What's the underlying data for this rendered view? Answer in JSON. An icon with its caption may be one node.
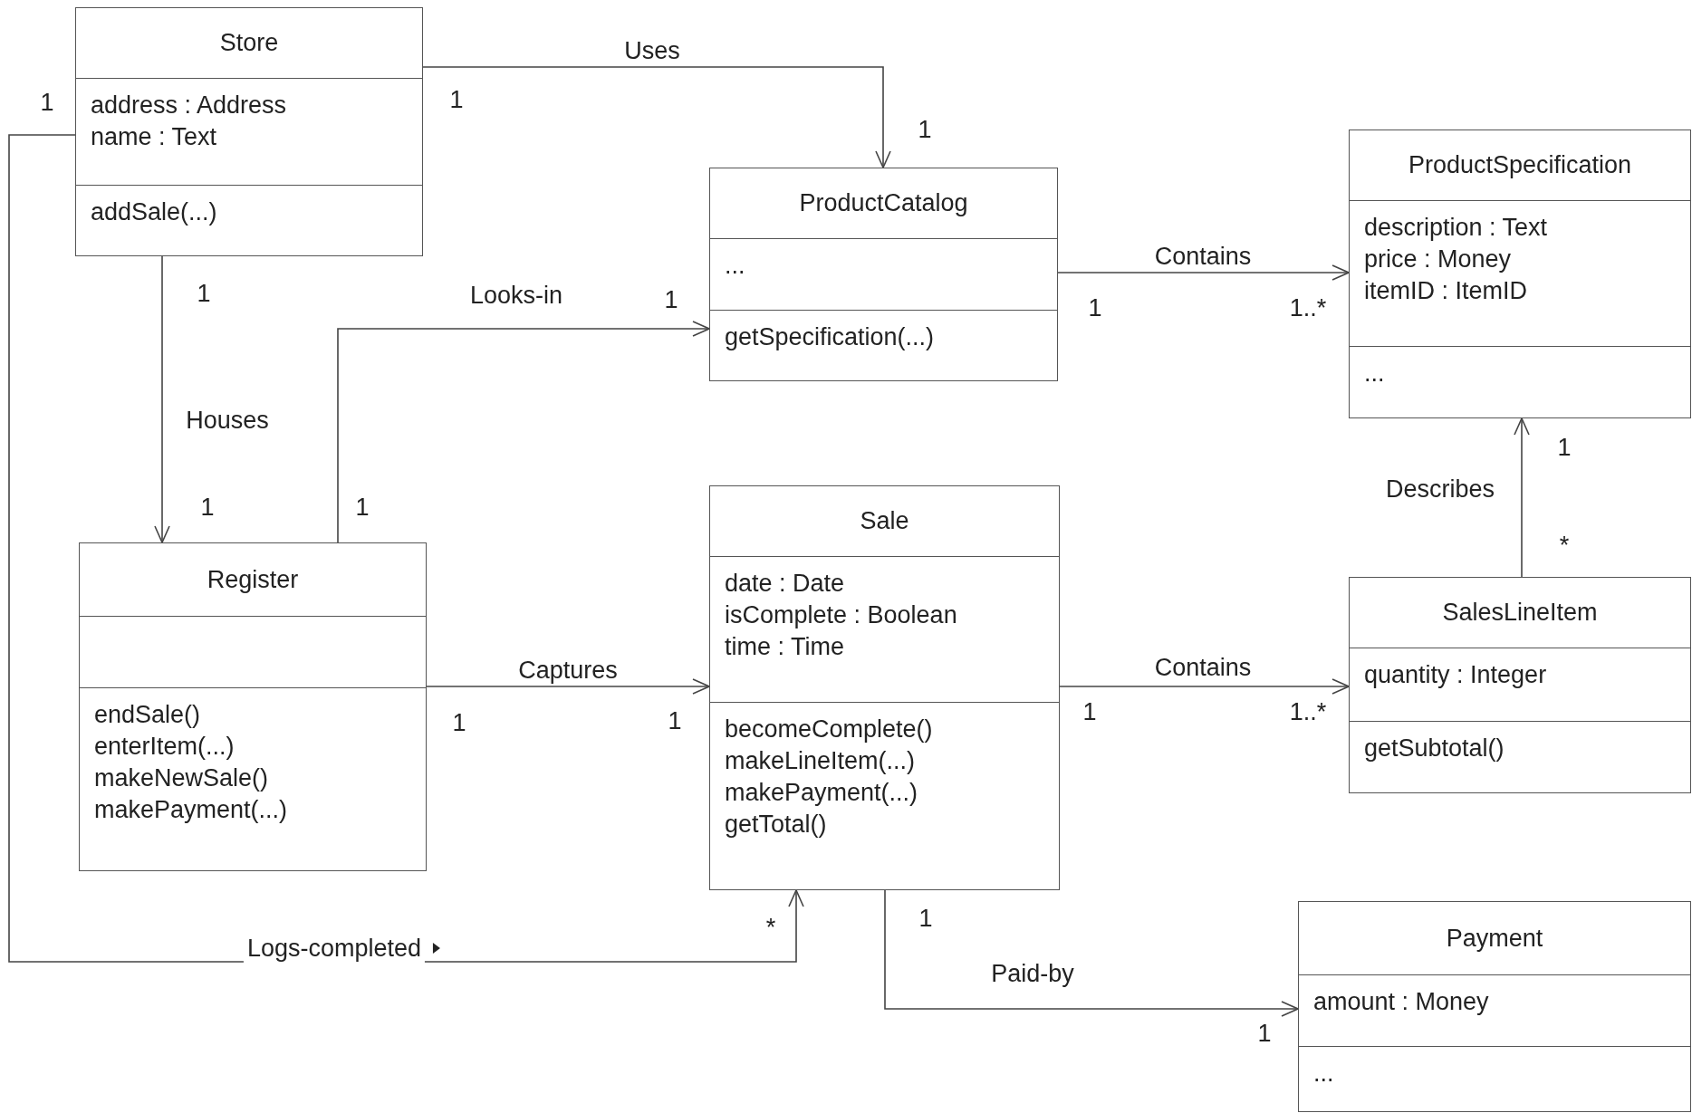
{
  "diagram": {
    "nodes": [
      {
        "text": [
          "Store",
          "address : Address",
          "name : Text",
          "addSale(...)"
        ]
      },
      {
        "text": [
          "ProductCatalog",
          "...",
          "getSpecification(...)"
        ]
      },
      {
        "text": [
          "ProductSpecification",
          "description : Text",
          "price : Money",
          "itemID : ItemID",
          "..."
        ]
      },
      {
        "text": [
          "Register",
          "endSale()",
          "enterItem(...)",
          "makeNewSale()",
          "makePayment(...)"
        ]
      },
      {
        "text": [
          "Sale",
          "date : Date",
          "isComplete : Boolean",
          "time : Time",
          "becomeComplete()",
          "makeLineItem(...)",
          "makePayment(...)",
          "getTotal()"
        ]
      },
      {
        "text": [
          "SalesLineItem",
          "quantity : Integer",
          "getSubtotal()"
        ]
      },
      {
        "text": [
          "Payment",
          "amount : Money",
          "..."
        ]
      }
    ],
    "edges": [
      {
        "from": 0,
        "to": 1,
        "arrow": "to",
        "label": "Uses"
      },
      {
        "from": 1,
        "to": 2,
        "arrow": "to",
        "label": "Contains"
      },
      {
        "from": 0,
        "to": 3,
        "arrow": "to",
        "label": "Houses"
      },
      {
        "from": 3,
        "to": 1,
        "arrow": "to",
        "label": "Looks-in"
      },
      {
        "from": 3,
        "to": 4,
        "arrow": "to",
        "label": "Captures"
      },
      {
        "from": 4,
        "to": 5,
        "arrow": "to",
        "label": "Contains"
      },
      {
        "from": 5,
        "to": 2,
        "arrow": "to",
        "label": "Describes"
      },
      {
        "from": 0,
        "to": 4,
        "arrow": "to",
        "label": "Logs-completed"
      },
      {
        "from": 4,
        "to": 6,
        "arrow": "to",
        "label": "Paid-by"
      }
    ],
    "labels": [
      "1",
      "1",
      "1",
      "1",
      "1",
      "1",
      "1..*",
      "1",
      "1",
      "1",
      "*",
      "1",
      "1",
      "1",
      "1..*",
      "*",
      "1",
      "1"
    ]
  }
}
